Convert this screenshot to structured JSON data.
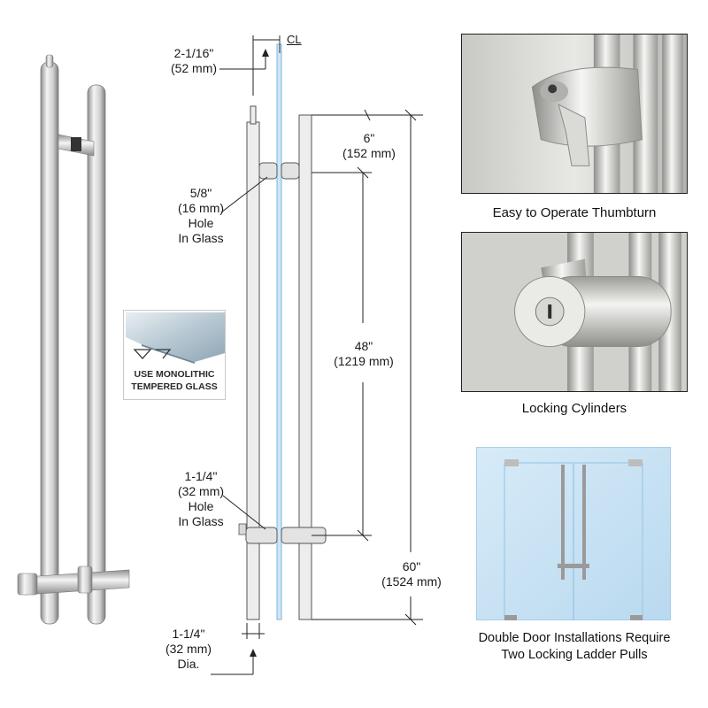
{
  "glass_badge": {
    "line1": "USE MONOLITHIC",
    "line2": "TEMPERED GLASS"
  },
  "dimensions": {
    "offset": {
      "imperial": "2-1/16\"",
      "metric": "(52 mm)"
    },
    "centerline": "CL",
    "projection": {
      "imperial": "6\"",
      "metric": "(152 mm)"
    },
    "top_hole": {
      "imperial": "5/8\"",
      "metric": "(16 mm)",
      "line3": "Hole",
      "line4": "In Glass"
    },
    "center_to_center": {
      "imperial": "48\"",
      "metric": "(1219 mm)"
    },
    "bottom_hole": {
      "imperial": "1-1/4\"",
      "metric": "(32 mm)",
      "line3": "Hole",
      "line4": "In Glass"
    },
    "overall_length": {
      "imperial": "60\"",
      "metric": "(1524 mm)"
    },
    "tube_diameter": {
      "imperial": "1-1/4\"",
      "metric": "(32 mm)",
      "line3": "Dia."
    }
  },
  "photos": {
    "thumbturn": {
      "caption": "Easy to Operate Thumbturn"
    },
    "cylinders": {
      "caption": "Locking Cylinders"
    },
    "double_door": {
      "caption_line1": "Double Door Installations Require",
      "caption_line2": "Two Locking Ladder Pulls"
    }
  },
  "colors": {
    "steel_light": "#f2f2f2",
    "steel_dark": "#9a9a9a",
    "glass_edge": "#9ec8e8",
    "door_glass": "#cfe6f7"
  }
}
